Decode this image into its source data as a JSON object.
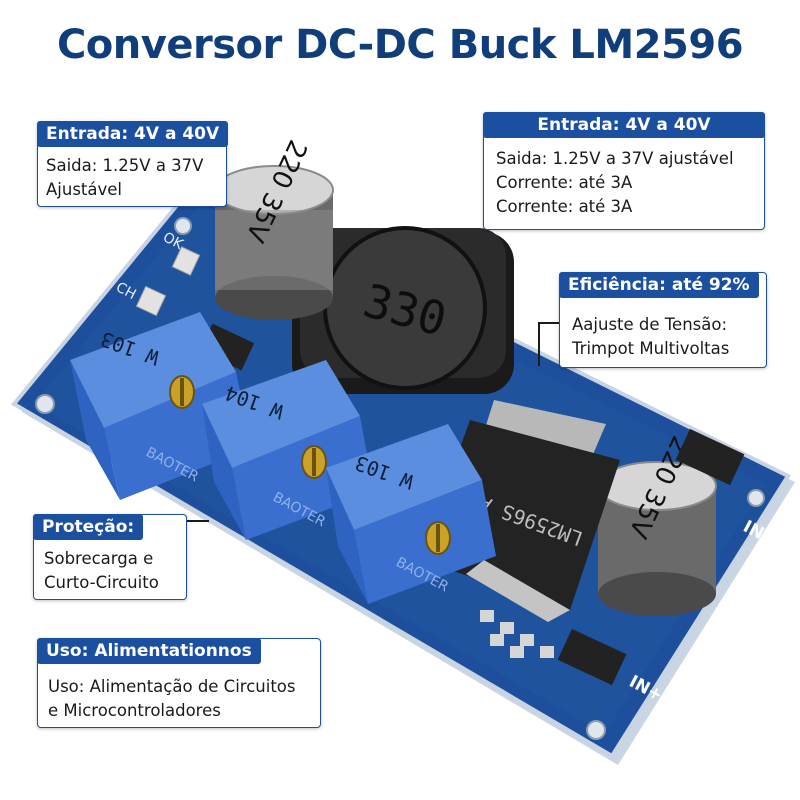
{
  "title": "Conversor DC-DC Buck LM2596",
  "callouts": {
    "left_input": {
      "heading": "Entrada: 4V a 40V",
      "lines": [
        "Saida: 1.25V a 37V",
        "Ajustável"
      ]
    },
    "right_input": {
      "heading": "Entrada: 4V a 40V",
      "lines": [
        "Saida: 1.25V a 37V ajustável",
        "Corrente: até 3A",
        "Corrente: até 3A"
      ]
    },
    "efficiency": {
      "heading": "Eficiência: até 92%",
      "lines": [
        "Aajuste de Tensão:",
        "Trimpot Multivoltas"
      ]
    },
    "protection": {
      "heading": "Proteção:",
      "lines": [
        "Sobrecarga e",
        "Curto-Circuito"
      ]
    },
    "usage": {
      "heading": "Uso: Alimentationnos",
      "lines": [
        "Uso: Alimentação de Circuitos",
        "e Microcontroladores"
      ]
    }
  },
  "board": {
    "capacitor_label": "220 35V",
    "inductor_label": "330",
    "trimpots": [
      "W 103",
      "W 104",
      "W 103"
    ],
    "ic_label": "LM2596S ADJ",
    "pin_labels": [
      "IN-",
      "IN+",
      "OK",
      "CH"
    ],
    "trimpot_brand": "BAOTER"
  },
  "colors": {
    "title": "#103e7a",
    "callout_header": "#1b4fa0",
    "pcb": "#1d4f9c",
    "trimpot": "#3a6fd0"
  }
}
